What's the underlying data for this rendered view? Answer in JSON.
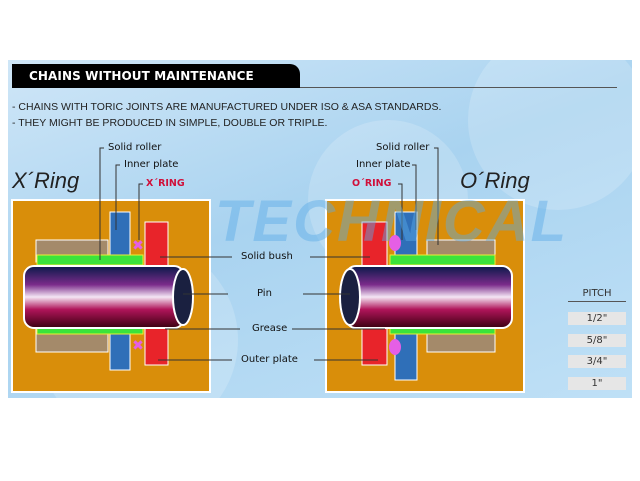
{
  "header": {
    "title": "CHAINS WITHOUT MAINTENANCE"
  },
  "description": [
    "- CHAINS WITH TORIC JOINTS ARE MANUFACTURED UNDER ISO & ASA STANDARDS.",
    "- THEY MIGHT BE PRODUCED IN SIMPLE, DOUBLE OR TRIPLE."
  ],
  "left": {
    "title": "X´Ring",
    "solid_roller": "Solid roller",
    "inner_plate": "Inner plate",
    "ring": "X´RING"
  },
  "right": {
    "title": "O´Ring",
    "solid_roller": "Solid roller",
    "inner_plate": "Inner plate",
    "ring": "O´RING"
  },
  "center_labels": {
    "solid_bush": "Solid bush",
    "pin": "Pin",
    "grease": "Grease",
    "outer_plate": "Outer plate"
  },
  "watermark": "TECHNICAL",
  "pitch": {
    "title": "PITCH",
    "values": [
      "1/2\"",
      "5/8\"",
      "3/4\"",
      "1\""
    ]
  },
  "colors": {
    "plate_bg": "#d98e0a",
    "outer_plate": "#e8242a",
    "inner_plate": "#2f6fb8",
    "bush": "#3be33b",
    "roller": "#a48a6a",
    "ring": "#e55fe5"
  }
}
